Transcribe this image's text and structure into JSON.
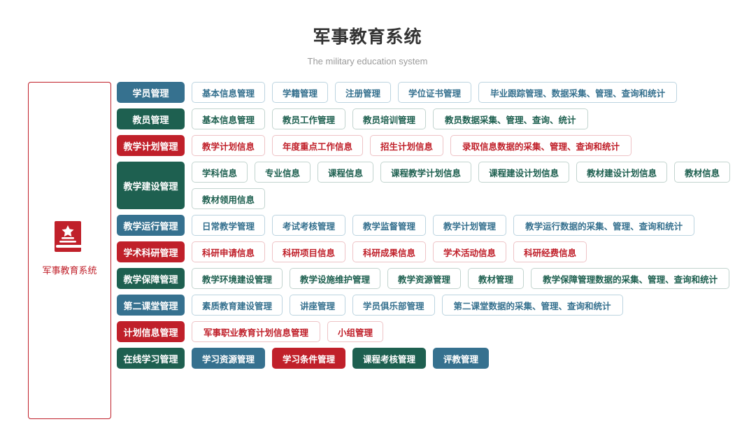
{
  "header": {
    "title": "军事教育系统",
    "subtitle": "The military education system"
  },
  "sidebar": {
    "icon": "book-star-icon",
    "label": "军事教育系统",
    "accent_color": "#c0202a"
  },
  "colors": {
    "blue": "#36718f",
    "green": "#1e6050",
    "red": "#c0202a",
    "title": "#333333",
    "subtitle": "#9b9b9b"
  },
  "rows": [
    {
      "label": "学员管理",
      "theme": "blue",
      "items": [
        "基本信息管理",
        "学籍管理",
        "注册管理",
        "学位证书管理",
        "毕业跟踪管理、数据采集、管理、查询和统计"
      ]
    },
    {
      "label": "教员管理",
      "theme": "green",
      "items": [
        "基本信息管理",
        "教员工作管理",
        "教员培训管理",
        "教员数据采集、管理、查询、统计"
      ]
    },
    {
      "label": "教学计划管理",
      "theme": "red",
      "items": [
        "教学计划信息",
        "年度重点工作信息",
        "招生计划信息",
        "录取信息数据的采集、管理、查询和统计"
      ]
    },
    {
      "label": "教学建设管理",
      "theme": "green",
      "tall": true,
      "items": [
        "学科信息",
        "专业信息",
        "课程信息",
        "课程教学计划信息",
        "课程建设计划信息",
        "教材建设计划信息",
        "教材信息",
        "教材领用信息"
      ]
    },
    {
      "label": "教学运行管理",
      "theme": "blue",
      "items": [
        "日常教学管理",
        "考试考核管理",
        "教学监督管理",
        "教学计划管理",
        "教学运行数据的采集、管理、查询和统计"
      ]
    },
    {
      "label": "学术科研管理",
      "theme": "red",
      "items": [
        "科研申请信息",
        "科研项目信息",
        "科研成果信息",
        "学术活动信息",
        "科研经费信息"
      ]
    },
    {
      "label": "教学保障管理",
      "theme": "green",
      "items": [
        "教学环境建设管理",
        "教学设施维护管理",
        "教学资源管理",
        "教材管理",
        "教学保障管理数据的采集、管理、查询和统计"
      ]
    },
    {
      "label": "第二课堂管理",
      "theme": "blue",
      "items": [
        "素质教育建设管理",
        "讲座管理",
        "学员俱乐部管理",
        "第二课堂数据的采集、管理、查询和统计"
      ]
    },
    {
      "label": "计划信息管理",
      "theme": "red",
      "items": [
        "军事职业教育计划信息管理",
        "小组管理"
      ]
    },
    {
      "label": "在线学习管理",
      "theme": "green",
      "filled": true,
      "items": [
        "学习资源管理",
        "学习条件管理",
        "课程考核管理",
        "评教管理"
      ],
      "item_themes": [
        "blue",
        "red",
        "green",
        "blue"
      ]
    }
  ]
}
